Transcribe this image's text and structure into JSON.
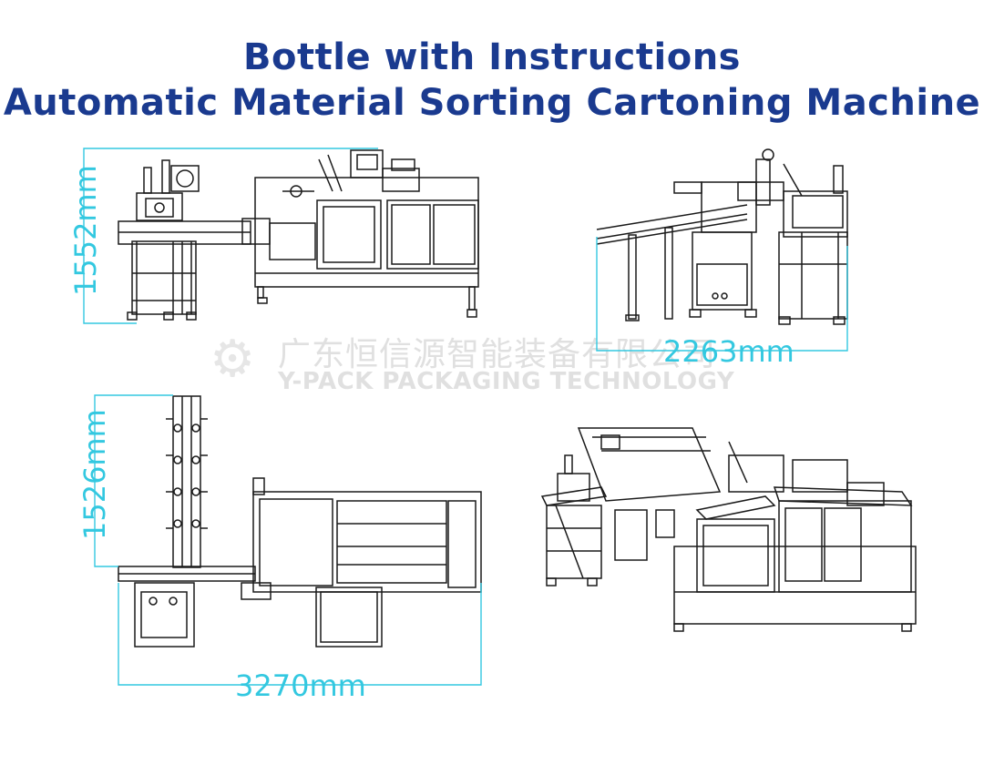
{
  "title": {
    "line1": "Bottle with Instructions",
    "line2": "Automatic Material Sorting Cartoning Machine"
  },
  "dimensions": {
    "front_height": "1552mm",
    "side_width": "2263mm",
    "top_depth": "1526mm",
    "top_length": "3270mm"
  },
  "watermark": {
    "cn": "广东恒信源智能装备有限公司",
    "en": "Y-PACK PACKAGING TECHNOLOGY"
  },
  "colors": {
    "title": "#1a3a8f",
    "dimension": "#33c8e0",
    "line": "#1a1a1a",
    "watermark": "#e0e0e0"
  }
}
